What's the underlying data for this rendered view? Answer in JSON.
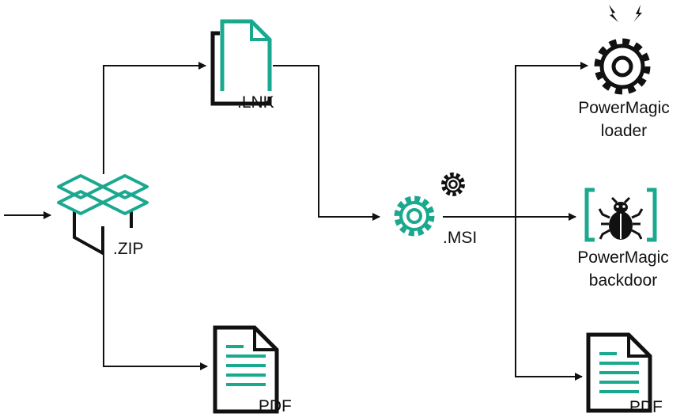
{
  "colors": {
    "accent": "#1aa98f",
    "line": "#111111",
    "background": "#ffffff"
  },
  "nodes": {
    "zip": {
      "label": ".ZIP",
      "icon": "box-icon"
    },
    "lnk": {
      "label": ".LNK",
      "icon": "shortcut-file-icon"
    },
    "pdf_left": {
      "label": ".PDF",
      "icon": "document-icon"
    },
    "msi": {
      "label": ".MSI",
      "icon": "gear-icon"
    },
    "loader": {
      "label_line1": "PowerMagic",
      "label_line2": "loader",
      "icon": "gear-spark-icon"
    },
    "backdoor": {
      "label_line1": "PowerMagic",
      "label_line2": "backdoor",
      "icon": "bug-icon"
    },
    "pdf_right": {
      "label": ".PDF",
      "icon": "document-icon"
    }
  }
}
